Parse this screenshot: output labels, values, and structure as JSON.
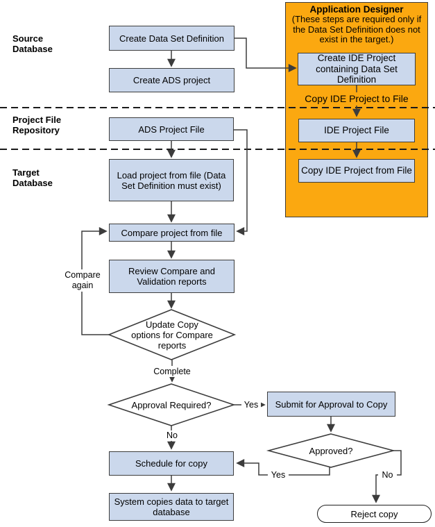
{
  "colors": {
    "node_fill": "#CBD8EC",
    "node_border": "#3C3C3C",
    "panel_fill": "#FBA810",
    "connector": "#3C3C3C",
    "decision_fill": "#FFFFFF"
  },
  "lanes": {
    "source": "Source\nDatabase",
    "repository": "Project File\nRepository",
    "target": "Target\nDatabase"
  },
  "panel": {
    "title": "Application Designer",
    "note": "(These steps are required only if\nthe Data Set Definition does not\nexist in the target.)"
  },
  "nodes": {
    "create_dsd": "Create Data Set Definition",
    "create_ads": "Create ADS project",
    "create_ide": "Create IDE Project\ncontaining Data Set\nDefinition",
    "ide_file": "IDE Project File",
    "copy_ide_from": "Copy IDE Project from File",
    "ads_file": "ADS Project File",
    "load_project": "Load project from file (Data\nSet Definition must exist)",
    "compare": "Compare project from file",
    "review": "Review Compare and\nValidation reports",
    "update_options": "Update Copy\noptions for Compare\nreports",
    "approval_required": "Approval Required?",
    "submit": "Submit for Approval to Copy",
    "approved": "Approved?",
    "schedule": "Schedule for copy",
    "system_copies": "System copies data to target\ndatabase",
    "reject": "Reject copy"
  },
  "edge_labels": {
    "copy_ide_to_file": "Copy IDE Project to File",
    "compare_again": "Compare\nagain",
    "complete": "Complete",
    "approval_yes": "Yes",
    "approval_no": "No",
    "approved_yes": "Yes",
    "approved_no": "No"
  }
}
